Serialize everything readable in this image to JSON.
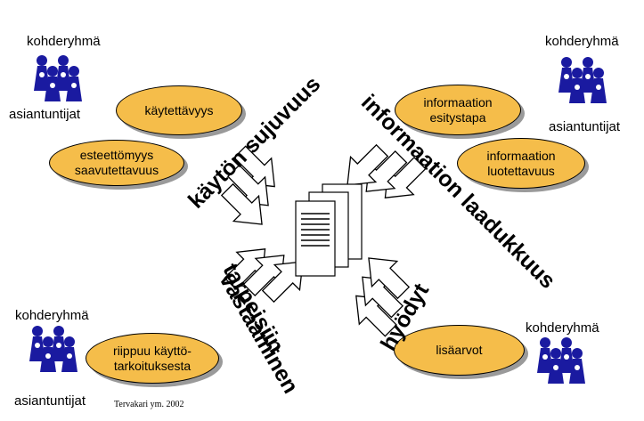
{
  "groups": {
    "top_left": {
      "target_label": "kohderyhmä",
      "experts_label": "asiantuntijat"
    },
    "top_right": {
      "target_label": "kohderyhmä",
      "experts_label": "asiantuntijat"
    },
    "bottom_left": {
      "target_label": "kohderyhmä",
      "experts_label": "asiantuntijat"
    },
    "bottom_right": {
      "target_label": "kohderyhmä"
    }
  },
  "ovals": {
    "kaytettavyys": {
      "line1": "käytettävyys"
    },
    "esteettomyys": {
      "line1": "esteettömyys",
      "line2": "saavutettavuus"
    },
    "esitystapa": {
      "line1": "informaation",
      "line2": "esitystapa"
    },
    "luotettavuus": {
      "line1": "informaation",
      "line2": "luotettavuus"
    },
    "riippuu": {
      "line1": "riippuu käyttö-",
      "line2": "tarkoituksesta"
    },
    "lisaarvot": {
      "line1": "lisäarvot"
    }
  },
  "themes": {
    "kayton_sujuvuus": "käytön sujuvuus",
    "informaation_laadukkuus": "informaation laadukkuus",
    "tarpeisiin_1": "tarpeisiin",
    "tarpeisiin_2": "vastaaminen",
    "hyodyt": "hyödyt"
  },
  "credit": "Tervakari ym. 2002",
  "colors": {
    "oval_fill": "#f5bd4a",
    "figure_blue": "#1a1aa0",
    "shadow": "#9a9a9a"
  },
  "icons": [
    "people-group-icon",
    "arrow-icon",
    "documents-icon"
  ]
}
